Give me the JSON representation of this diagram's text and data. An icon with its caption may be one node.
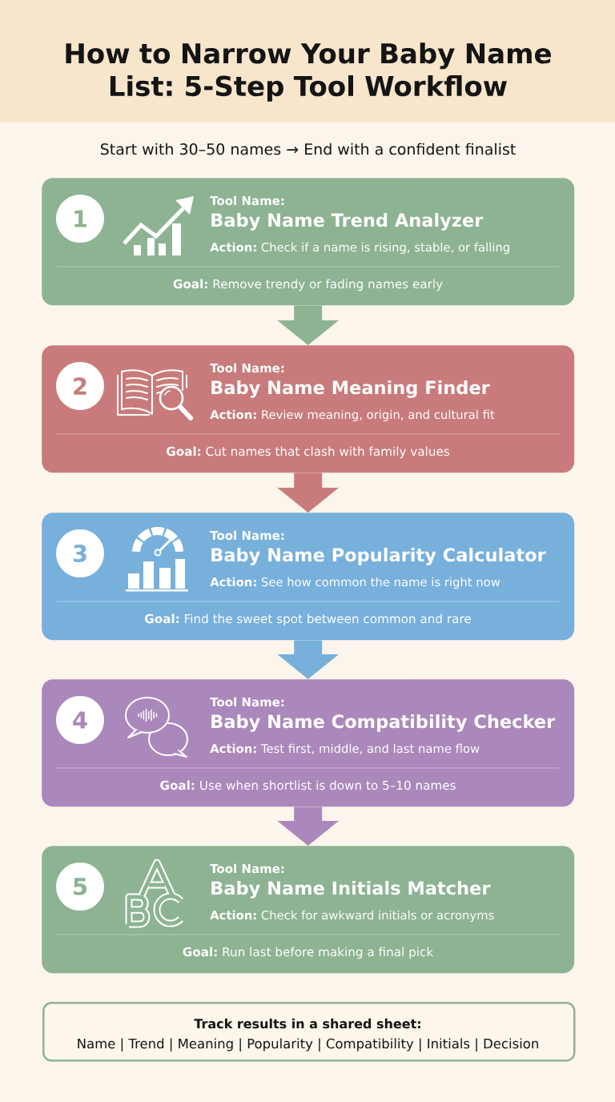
{
  "diagram": {
    "title": "How to Narrow Your Baby Name List: 5-Step Tool Workflow",
    "nodes": [
      {
        "text": [
          "Tool Name:",
          "Baby Name Trend Analyzer",
          "**Action:** Check if a name is rising, stable, or falling",
          "**Goal:** Remove trendy or fading names early"
        ]
      },
      {
        "text": [
          "1"
        ],
        "in": 0
      },
      {
        "text": [
          "Tool Name:",
          "Baby Name Meaning Finder",
          "**Action:** Review meaning, origin, and cultural fit",
          "**Goal:** Cut names that clash with family values"
        ]
      },
      {
        "text": [
          "2"
        ],
        "in": 2
      },
      {
        "text": [
          "Tool Name:",
          "Baby Name Popularity Calculator",
          "**Action:** See how common the name is right now",
          "**Goal:** Find the sweet spot between common and rare"
        ]
      },
      {
        "text": [
          "3"
        ],
        "in": 4
      },
      {
        "text": [
          "Tool Name:",
          "Baby Name Compatibility Checker",
          "**Action:** Test first, middle, and last name flow",
          "**Goal:** Use when shortlist is down to 5–10 names"
        ]
      },
      {
        "text": [
          "4"
        ],
        "in": 6
      },
      {
        "text": [
          "Tool Name:",
          "Baby Name Initials Matcher",
          "**Action:** Check for awkward initials or acronyms",
          "**Goal:** Run last before making a final pick"
        ]
      },
      {
        "text": [
          "5"
        ],
        "in": 8
      },
      {
        "text": [
          "Track results in a shared sheet:",
          "Name | Trend | Meaning | Popularity | Compatibility | Initials | Decision"
        ]
      }
    ],
    "edges": [
      {
        "from": 0,
        "to": 2,
        "arrow": "to",
        "color": "#8db393"
      },
      {
        "from": 2,
        "to": 4,
        "arrow": "to",
        "color": "#c97b7b"
      },
      {
        "from": 4,
        "to": 6,
        "arrow": "to",
        "color": "#78b0dc"
      },
      {
        "from": 6,
        "to": 8,
        "arrow": "to",
        "color": "#ab88bb"
      }
    ],
    "labels": [
      "Start with 30–50 names → End with a confident finalist"
    ]
  }
}
